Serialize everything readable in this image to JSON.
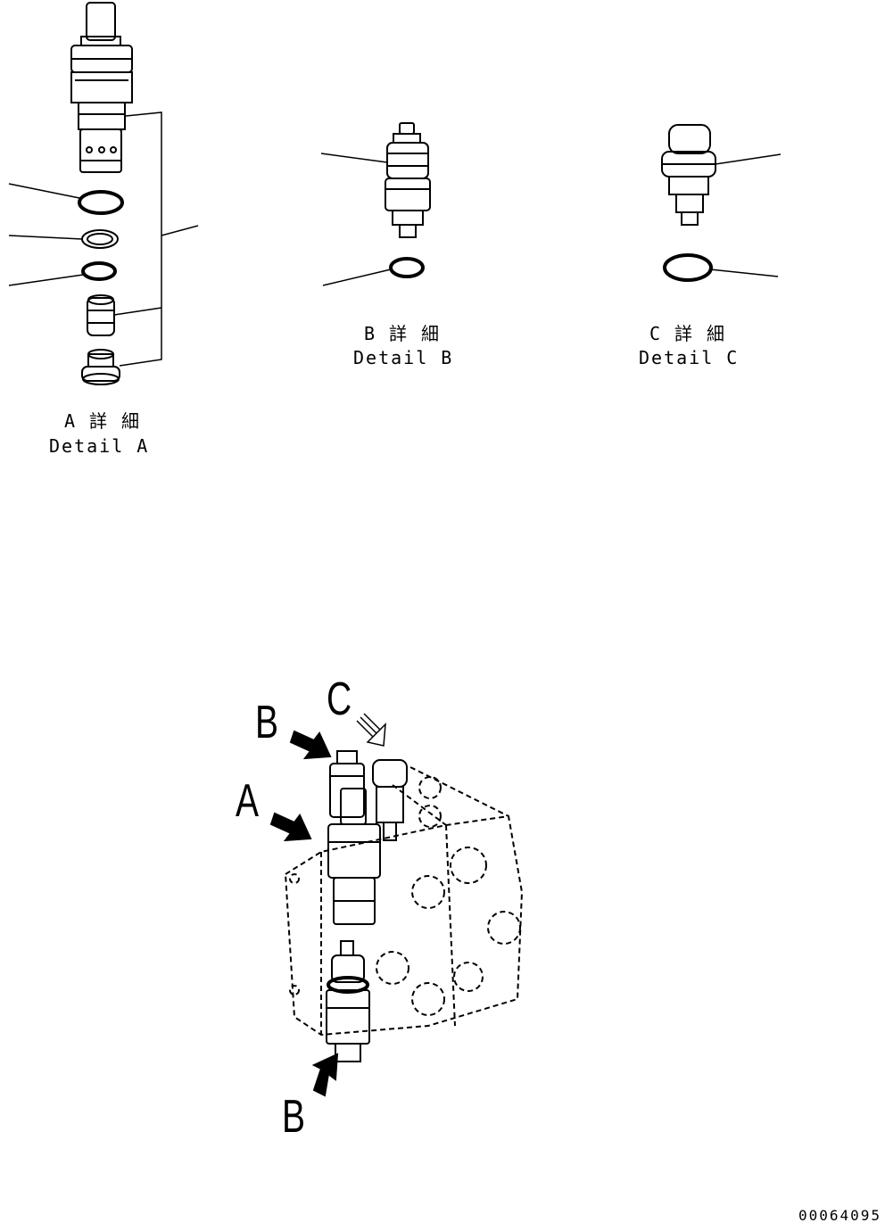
{
  "details": {
    "a": {
      "title_jp": "A 詳 細",
      "title_en": "Detail A"
    },
    "b": {
      "title_jp": "B 詳 細",
      "title_en": "Detail B"
    },
    "c": {
      "title_jp": "C 詳 細",
      "title_en": "Detail C"
    }
  },
  "callouts": {
    "b_top": "B",
    "c": "C",
    "a": "A",
    "b_bottom": "B"
  },
  "drawing_code": "00064095"
}
